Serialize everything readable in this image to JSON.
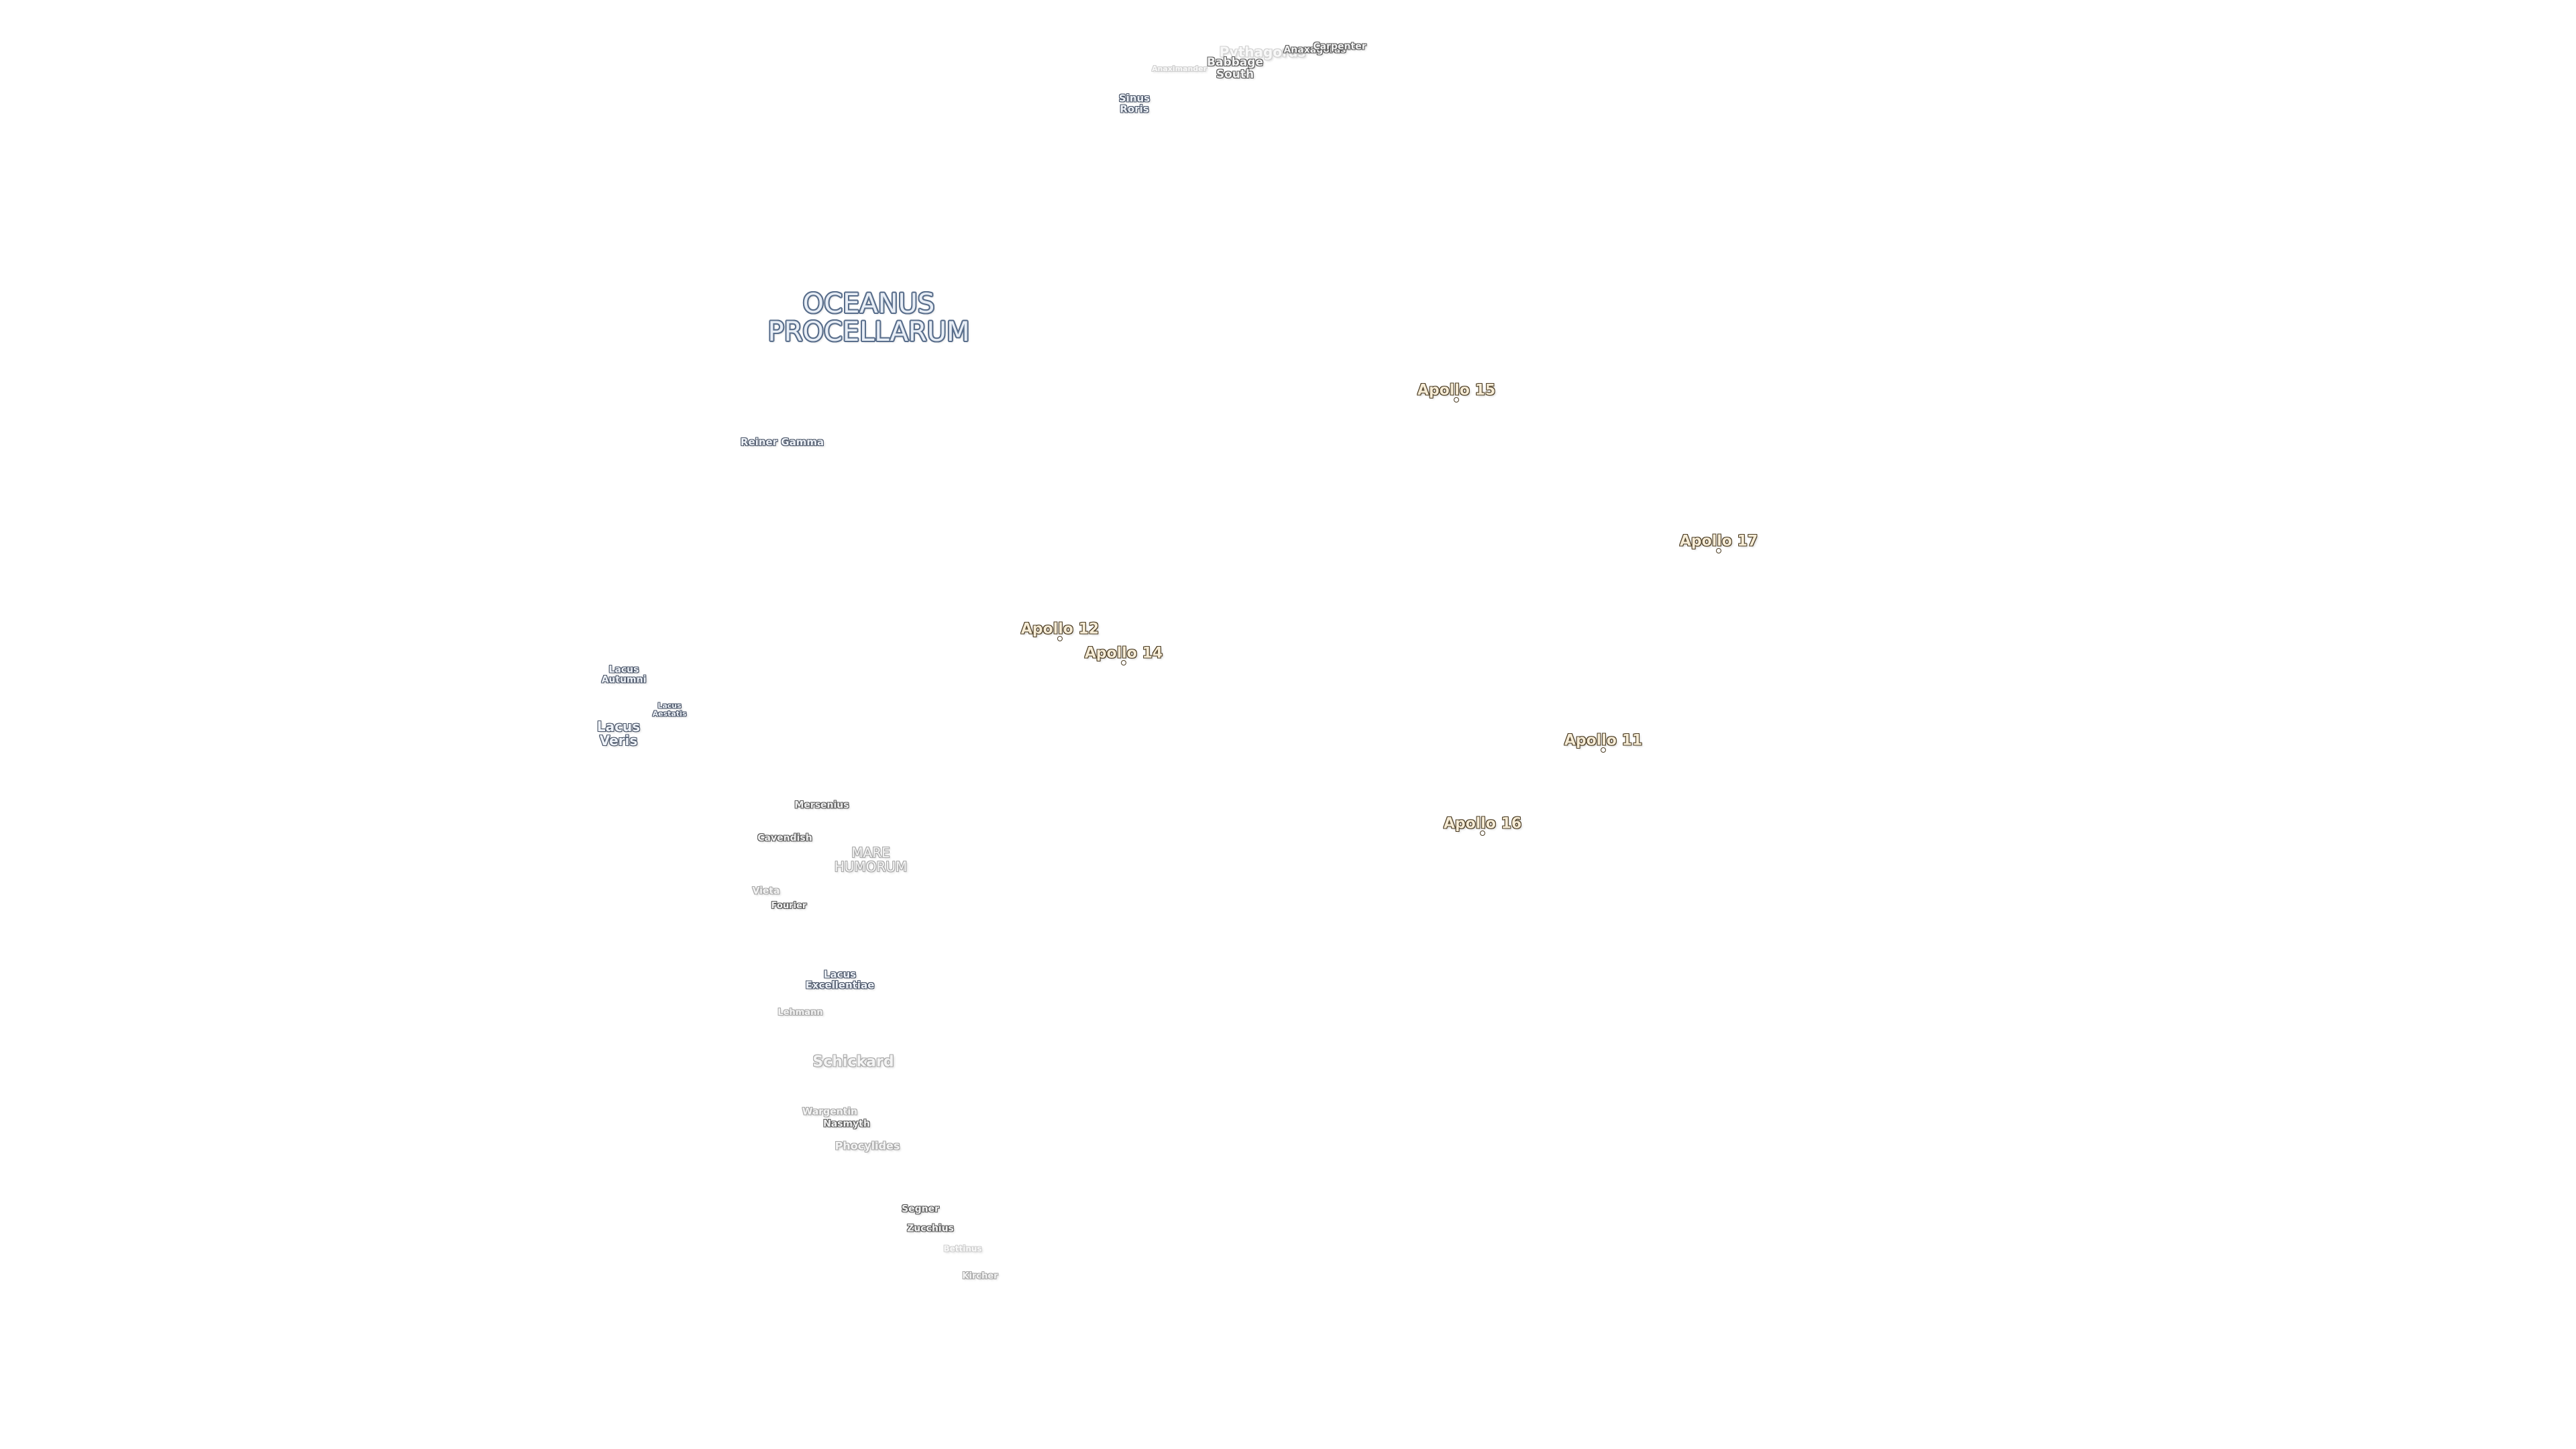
{
  "map": {
    "background": "#ffffff",
    "styles": {
      "sea": {
        "fill": "#e8eef6",
        "stroke": "#5a6f8c"
      },
      "feature": {
        "fill": "#eef2f8",
        "stroke": "#4a5568"
      },
      "crater": {
        "fill": "#f2f2f2",
        "stroke": "#5a5a5a"
      },
      "crater_faded": {
        "fill": "#f4f4f4",
        "stroke": "#a8a8a8"
      },
      "crater_ghost": {
        "fill": "#f8f8f8",
        "stroke": "#d0d0d0"
      },
      "apollo": {
        "fill": "#f6ecd6",
        "stroke": "#4a3b22"
      }
    },
    "labels": [
      {
        "id": "pythagoras",
        "text": "Pythagoras",
        "style": "crater_ghost"
      },
      {
        "id": "anaxagoras",
        "text": "Anaxagoras",
        "style": "crater"
      },
      {
        "id": "carpenter",
        "text": "Carpenter",
        "style": "crater"
      },
      {
        "id": "babbage-south",
        "text": "Babbage\nSouth",
        "style": "crater"
      },
      {
        "id": "faint-north",
        "text": "Anaximander",
        "style": "crater_ghost"
      },
      {
        "id": "sinus-roris",
        "text": "Sinus\nRoris",
        "style": "feature"
      },
      {
        "id": "oceanus-procellarum",
        "text": "OCEANUS\nPROCELLARUM",
        "style": "sea"
      },
      {
        "id": "reiner-gamma",
        "text": "Reiner Gamma",
        "style": "feature"
      },
      {
        "id": "apollo-15",
        "text": "Apollo 15",
        "style": "apollo"
      },
      {
        "id": "apollo-17",
        "text": "Apollo 17",
        "style": "apollo"
      },
      {
        "id": "apollo-12",
        "text": "Apollo 12",
        "style": "apollo"
      },
      {
        "id": "apollo-14",
        "text": "Apollo 14",
        "style": "apollo"
      },
      {
        "id": "apollo-11",
        "text": "Apollo 11",
        "style": "apollo"
      },
      {
        "id": "apollo-16",
        "text": "Apollo 16",
        "style": "apollo"
      },
      {
        "id": "lacus-autumni",
        "text": "Lacus\nAutumni",
        "style": "feature"
      },
      {
        "id": "lacus-aestatis",
        "text": "Lacus\nAestatis",
        "style": "feature"
      },
      {
        "id": "lacus-veris",
        "text": "Lacus\nVeris",
        "style": "feature"
      },
      {
        "id": "mersenius",
        "text": "Mersenius",
        "style": "crater"
      },
      {
        "id": "cavendish",
        "text": "Cavendish",
        "style": "crater"
      },
      {
        "id": "mare-humorum",
        "text": "MARE\nHUMORUM",
        "style": "crater_faded"
      },
      {
        "id": "vieta",
        "text": "Vieta",
        "style": "crater_faded"
      },
      {
        "id": "fourier",
        "text": "Fourier",
        "style": "crater"
      },
      {
        "id": "lacus-excellentiae",
        "text": "Lacus\nExcellentiae",
        "style": "feature"
      },
      {
        "id": "lehmann",
        "text": "Lehmann",
        "style": "crater_faded"
      },
      {
        "id": "schickard",
        "text": "Schickard",
        "style": "crater_faded"
      },
      {
        "id": "wargentin",
        "text": "Wargentin",
        "style": "crater_faded"
      },
      {
        "id": "nasmyth",
        "text": "Nasmyth",
        "style": "crater"
      },
      {
        "id": "phocylides",
        "text": "Phocylides",
        "style": "crater_faded"
      },
      {
        "id": "segner",
        "text": "Segner",
        "style": "crater"
      },
      {
        "id": "zucchius",
        "text": "Zucchius",
        "style": "crater"
      },
      {
        "id": "bettinus",
        "text": "Bettinus",
        "style": "crater_ghost"
      },
      {
        "id": "kircher",
        "text": "Kircher",
        "style": "crater_faded"
      }
    ]
  }
}
